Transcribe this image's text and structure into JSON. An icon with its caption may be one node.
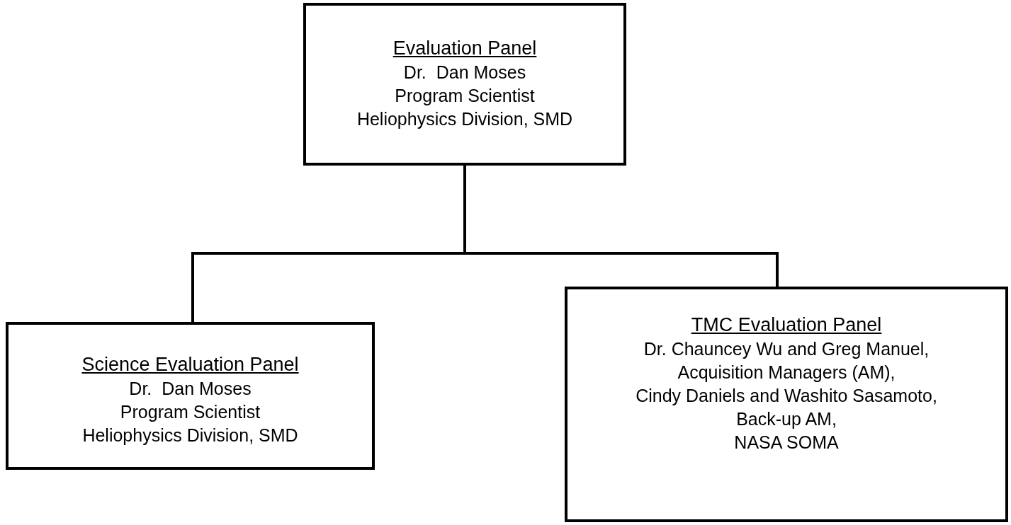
{
  "diagram": {
    "nodes": [
      {
        "text": [
          "Evaluation Panel",
          "Dr.  Dan Moses",
          "Program Scientist",
          "Heliophysics Division, SMD"
        ]
      },
      {
        "text": [
          "Science Evaluation Panel",
          "Dr.  Dan Moses",
          "Program Scientist",
          "Heliophysics Division, SMD"
        ]
      },
      {
        "text": [
          "TMC Evaluation Panel",
          "Dr. Chauncey Wu and Greg Manuel,",
          "Acquisition Managers (AM),",
          "Cindy Daniels and Washito Sasamoto,",
          "Back-up AM,",
          "NASA SOMA"
        ]
      }
    ],
    "edges": [
      {
        "from": 0,
        "to": 1,
        "arrow": "none"
      },
      {
        "from": 0,
        "to": 2,
        "arrow": "none"
      }
    ]
  }
}
